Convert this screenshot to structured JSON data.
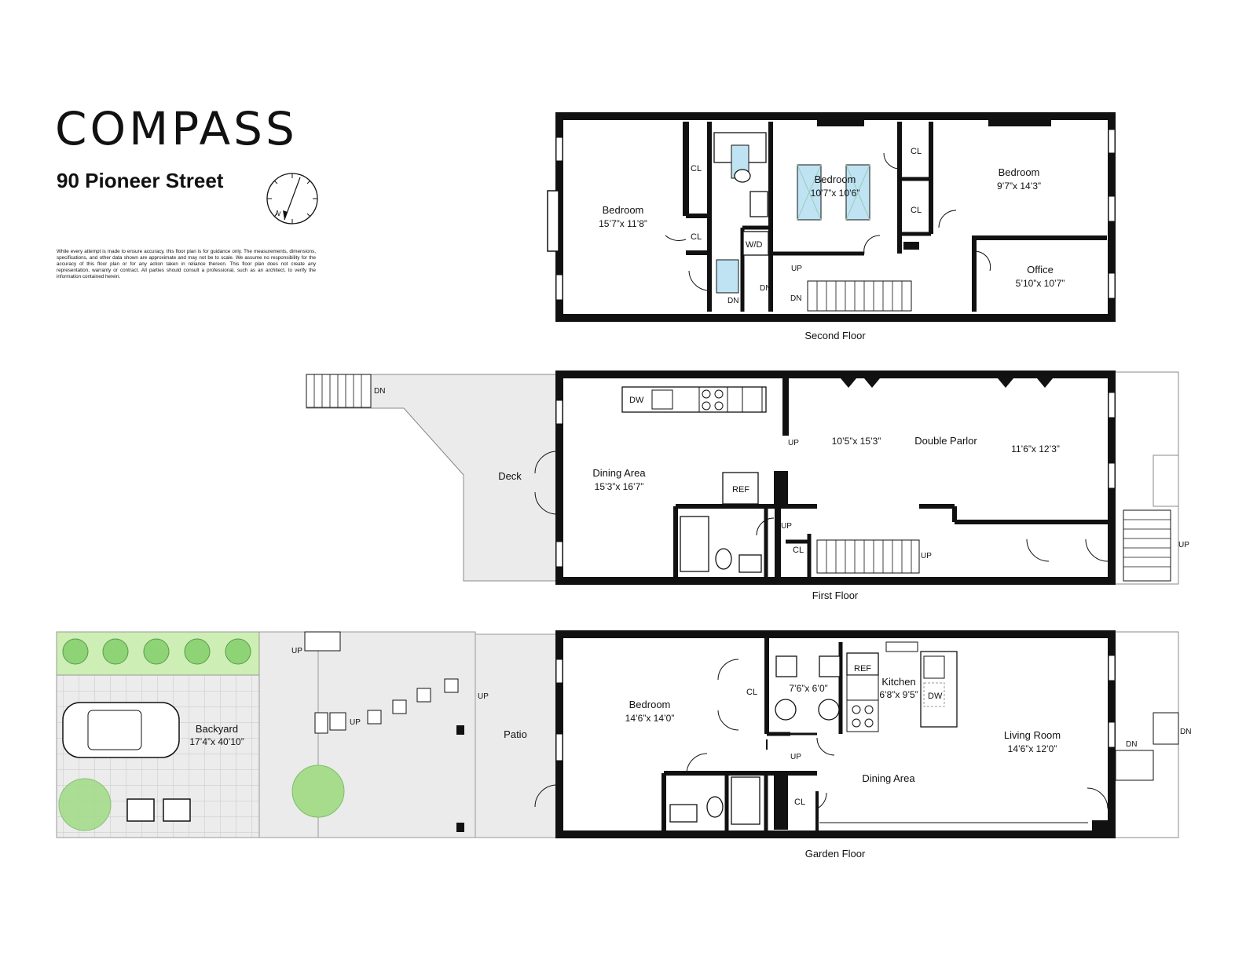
{
  "brand": {
    "logo_text": "COMPASS"
  },
  "property": {
    "address": "90 Pioneer Street",
    "disclaimer": "While every attempt is made to ensure accuracy, this floor plan is for guidance only. The measurements, dimensions, specifications, and other data shown are approximate and may not be to scale. We assume no responsibility for the accuracy of this floor plan or for any action taken in reliance thereon. This floor plan does not create any representation, warranty or contract. All parties should consult a professional, such as an architect, to verify the information contained herein."
  },
  "compass": {
    "north_label": "N"
  },
  "floors": {
    "second": {
      "caption": "Second Floor",
      "rooms": {
        "bedroom_west": {
          "name": "Bedroom",
          "size": "15’7”x 11’8”"
        },
        "bedroom_center": {
          "name": "Bedroom",
          "size": "10’7”x 10’6”"
        },
        "bedroom_east": {
          "name": "Bedroom",
          "size": "9’7”x 14’3”"
        },
        "office": {
          "name": "Office",
          "size": "5’10”x 10’7”"
        }
      },
      "labels": {
        "cl": "CL",
        "wd": "W/D",
        "up": "UP",
        "dn": "DN"
      }
    },
    "first": {
      "caption": "First Floor",
      "rooms": {
        "deck": {
          "name": "Deck"
        },
        "dining": {
          "name": "Dining Area",
          "size": "15’3”x 16’7”"
        },
        "parlor": {
          "name": "Double Parlor",
          "size_left": "10’5”x 15’3”",
          "size_right": "11’6”x 12’3”"
        }
      },
      "labels": {
        "dw": "DW",
        "ref": "REF",
        "cl": "CL",
        "up": "UP",
        "dn": "DN"
      }
    },
    "garden": {
      "caption": "Garden Floor",
      "rooms": {
        "backyard": {
          "name": "Backyard",
          "size": "17’4”x 40’10”"
        },
        "patio": {
          "name": "Patio"
        },
        "bedroom": {
          "name": "Bedroom",
          "size": "14’6”x 14’0”"
        },
        "nook": {
          "size": "7’6”x 6’0”"
        },
        "kitchen": {
          "name": "Kitchen",
          "size": "6’8”x 9’5”"
        },
        "living": {
          "name": "Living Room",
          "size": "14’6”x 12’0”"
        },
        "dining": {
          "name": "Dining Area"
        }
      },
      "labels": {
        "cl": "CL",
        "ref": "REF",
        "dw": "DW",
        "up": "UP",
        "dn": "DN"
      }
    }
  },
  "colors": {
    "wall": "#111111",
    "deck_fill": "#ebebeb",
    "grass": "#cdeeb4",
    "tree": "#8ed477",
    "window_glass": "#bfe3f2",
    "paving_line": "#bbbbbb"
  }
}
